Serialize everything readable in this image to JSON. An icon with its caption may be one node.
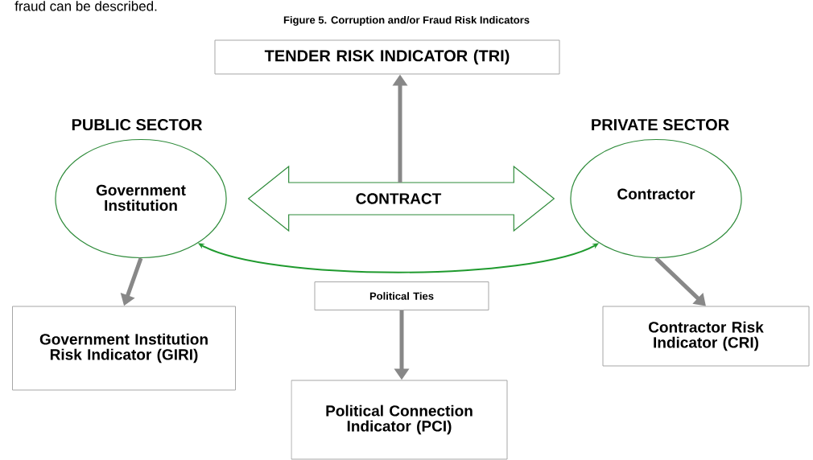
{
  "diagram": {
    "title": "Figure 5. Corruption and/or Fraud Risk Indicators",
    "nodes": [
      {
        "text": [
          "TENDER RISK INDICATOR (TRI)"
        ]
      },
      {
        "text": [
          "Government Institution"
        ],
        "beside": [
          "PUBLIC SECTOR"
        ]
      },
      {
        "text": [
          "Contractor"
        ],
        "beside": [
          "PRIVATE SECTOR"
        ]
      },
      {
        "text": [
          "Political Ties"
        ]
      },
      {
        "text": [
          "Government Institution Risk Indicator (GIRI)"
        ]
      },
      {
        "text": [
          "Contractor Risk Indicator (CRI)"
        ]
      },
      {
        "text": [
          "Political Connection Indicator (PCI)"
        ]
      }
    ],
    "edges": [
      {
        "from": 1,
        "to": 2,
        "arrow": "both",
        "label": "CONTRACT",
        "style": "thick"
      },
      {
        "from": null,
        "to": 0,
        "arrow": "to"
      },
      {
        "from": 1,
        "to": 2,
        "arrow": "both",
        "color": "#1f9a2e"
      },
      {
        "from": 1,
        "to": 4,
        "arrow": "to"
      },
      {
        "from": 2,
        "to": 5,
        "arrow": "to"
      },
      {
        "from": 3,
        "to": 6,
        "arrow": "to"
      }
    ],
    "labels": [
      "fraud can be described."
    ]
  }
}
